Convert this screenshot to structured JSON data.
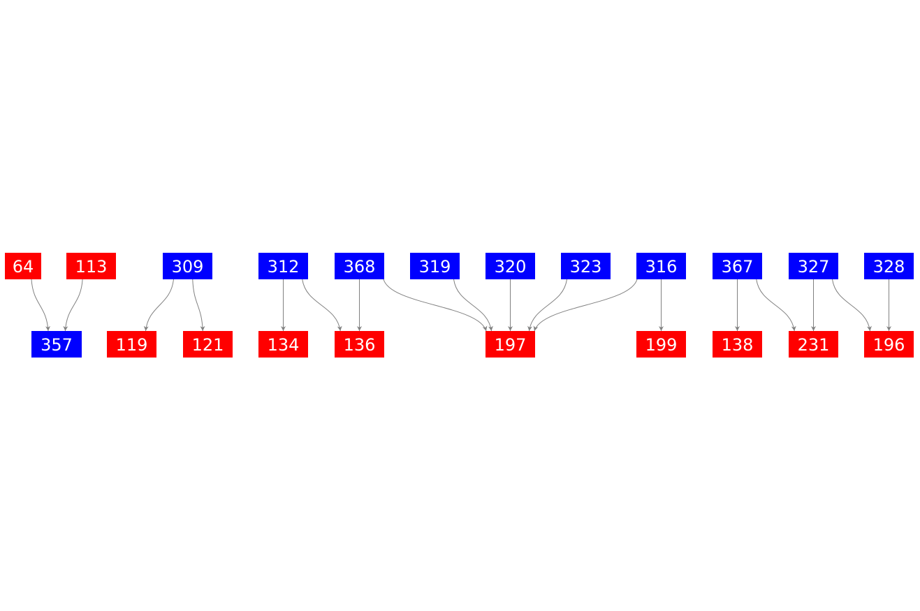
{
  "colors": {
    "red": "#ff0000",
    "blue": "#0000ff",
    "edge": "#808080",
    "text": "#ffffff"
  },
  "nodes": [
    {
      "id": "64",
      "label": "64",
      "color": "red"
    },
    {
      "id": "113",
      "label": "113",
      "color": "red"
    },
    {
      "id": "309",
      "label": "309",
      "color": "blue"
    },
    {
      "id": "312",
      "label": "312",
      "color": "blue"
    },
    {
      "id": "368",
      "label": "368",
      "color": "blue"
    },
    {
      "id": "319",
      "label": "319",
      "color": "blue"
    },
    {
      "id": "320",
      "label": "320",
      "color": "blue"
    },
    {
      "id": "323",
      "label": "323",
      "color": "blue"
    },
    {
      "id": "316",
      "label": "316",
      "color": "blue"
    },
    {
      "id": "367",
      "label": "367",
      "color": "blue"
    },
    {
      "id": "327",
      "label": "327",
      "color": "blue"
    },
    {
      "id": "328",
      "label": "328",
      "color": "blue"
    },
    {
      "id": "357",
      "label": "357",
      "color": "blue"
    },
    {
      "id": "119",
      "label": "119",
      "color": "red"
    },
    {
      "id": "121",
      "label": "121",
      "color": "red"
    },
    {
      "id": "134",
      "label": "134",
      "color": "red"
    },
    {
      "id": "136",
      "label": "136",
      "color": "red"
    },
    {
      "id": "197",
      "label": "197",
      "color": "red"
    },
    {
      "id": "199",
      "label": "199",
      "color": "red"
    },
    {
      "id": "138",
      "label": "138",
      "color": "red"
    },
    {
      "id": "231",
      "label": "231",
      "color": "red"
    },
    {
      "id": "196",
      "label": "196",
      "color": "red"
    }
  ],
  "edges": [
    [
      "64",
      "357"
    ],
    [
      "113",
      "357"
    ],
    [
      "309",
      "119"
    ],
    [
      "309",
      "121"
    ],
    [
      "312",
      "134"
    ],
    [
      "312",
      "136"
    ],
    [
      "368",
      "136"
    ],
    [
      "368",
      "197"
    ],
    [
      "319",
      "197"
    ],
    [
      "320",
      "197"
    ],
    [
      "323",
      "197"
    ],
    [
      "316",
      "197"
    ],
    [
      "316",
      "199"
    ],
    [
      "367",
      "138"
    ],
    [
      "367",
      "231"
    ],
    [
      "327",
      "231"
    ],
    [
      "327",
      "196"
    ],
    [
      "328",
      "196"
    ]
  ]
}
